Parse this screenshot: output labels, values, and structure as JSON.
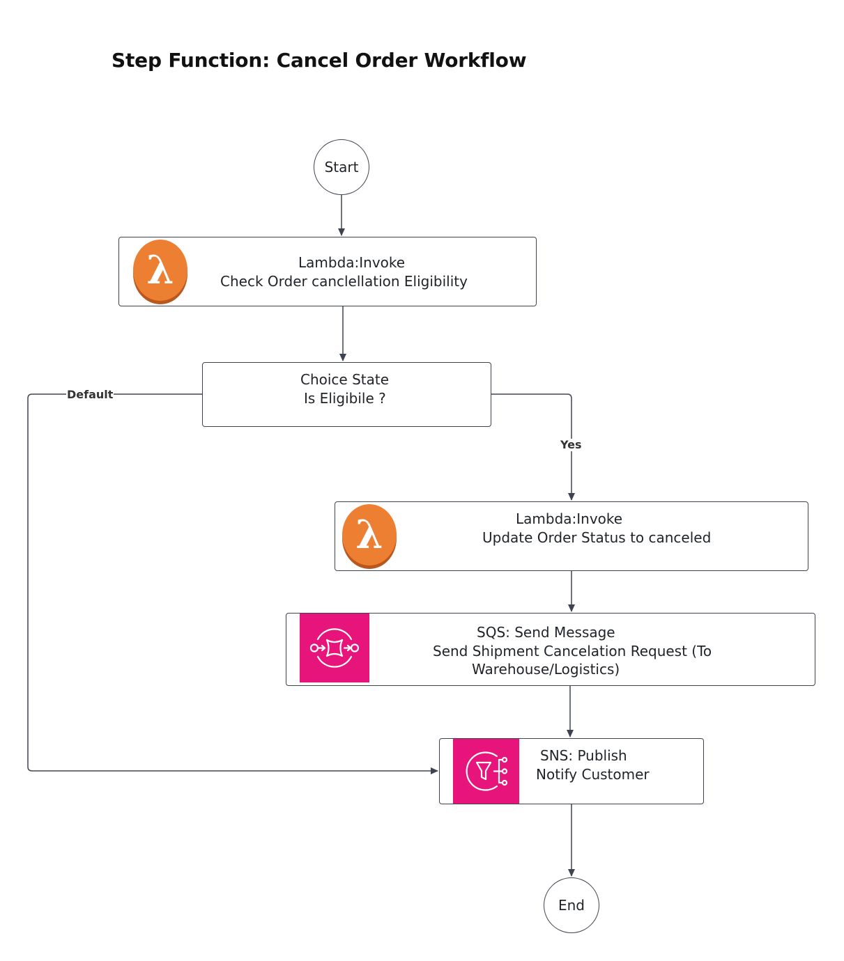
{
  "title": "Step Function: Cancel Order Workflow",
  "colors": {
    "lambda": "#ed7f33",
    "lambda_shadow": "#b8571e",
    "pink": "#e7157b",
    "line": "#3d4450"
  },
  "nodes": {
    "start": {
      "label": "Start"
    },
    "check_eligibility": {
      "icon": "lambda-icon",
      "line1": "Lambda:Invoke",
      "line2": "Check Order canclellation  Eligibility"
    },
    "choice": {
      "line1": "Choice State",
      "line2": "Is Eligibile ?"
    },
    "update_status": {
      "icon": "lambda-icon",
      "line1": "Lambda:Invoke",
      "line2": "Update Order Status to canceled"
    },
    "sqs": {
      "icon": "sqs-queue-icon",
      "line1": "SQS: Send Message",
      "line2": "Send Shipment Cancelation Request (To",
      "line3": "Warehouse/Logistics)"
    },
    "sns": {
      "icon": "sns-topic-icon",
      "line1": "SNS: Publish",
      "line2": "Notify Customer"
    },
    "end": {
      "label": "End"
    }
  },
  "edges": {
    "default_label": "Default",
    "yes_label": "Yes"
  }
}
